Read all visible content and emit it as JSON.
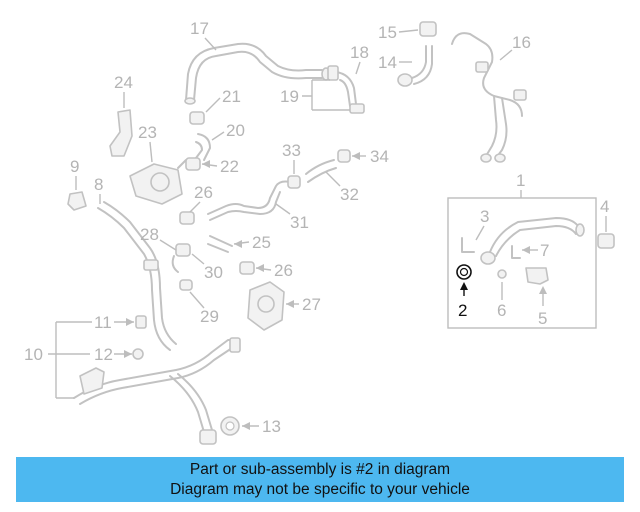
{
  "callouts": {
    "c1": "1",
    "c2": "2",
    "c3": "3",
    "c4": "4",
    "c5": "5",
    "c6": "6",
    "c7": "7",
    "c8": "8",
    "c9": "9",
    "c10": "10",
    "c11": "11",
    "c12": "12",
    "c13": "13",
    "c14": "14",
    "c15": "15",
    "c16": "16",
    "c17": "17",
    "c18": "18",
    "c19": "19",
    "c20": "20",
    "c21": "21",
    "c22": "22",
    "c23": "23",
    "c24": "24",
    "c25": "25",
    "c26a": "26",
    "c26b": "26",
    "c27": "27",
    "c28": "28",
    "c29": "29",
    "c30": "30",
    "c31": "31",
    "c32": "32",
    "c33": "33",
    "c34": "34"
  },
  "highlight": {
    "part": "2",
    "color": "#111111"
  },
  "colors": {
    "part_line": "#c2c2c2",
    "label": "#b4b4b4",
    "banner": "#4db8f0"
  },
  "notice": {
    "line1": "Part or sub-assembly is #2 in diagram",
    "line2": "Diagram may not be specific to your vehicle"
  }
}
